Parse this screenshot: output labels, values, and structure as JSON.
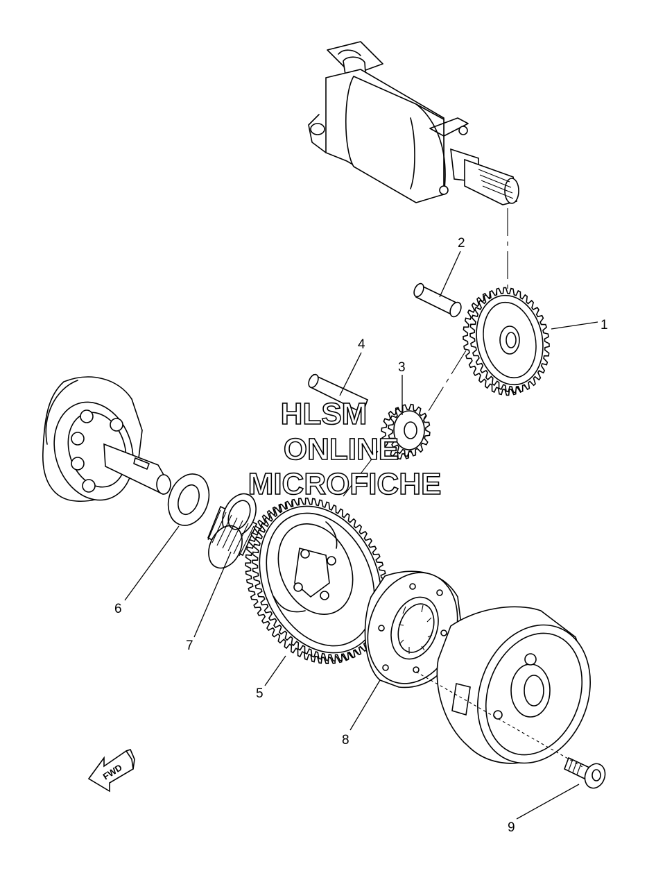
{
  "parts": [
    {
      "id": "gear-1",
      "label": "1"
    },
    {
      "id": "shaft-2",
      "label": "2"
    },
    {
      "id": "gear-3",
      "label": "3"
    },
    {
      "id": "shaft-4",
      "label": "4"
    },
    {
      "id": "starter-wheel-gear-5",
      "label": "5"
    },
    {
      "id": "washer-6",
      "label": "6"
    },
    {
      "id": "bearing-7",
      "label": "7"
    },
    {
      "id": "one-way-clutch-8",
      "label": "8"
    },
    {
      "id": "bolt-9",
      "label": "9"
    }
  ],
  "watermark": {
    "line1": "HLSM",
    "line2": "ONLINE",
    "line3": "MICROFICHE"
  },
  "direction_arrow": {
    "label": "FWD"
  }
}
